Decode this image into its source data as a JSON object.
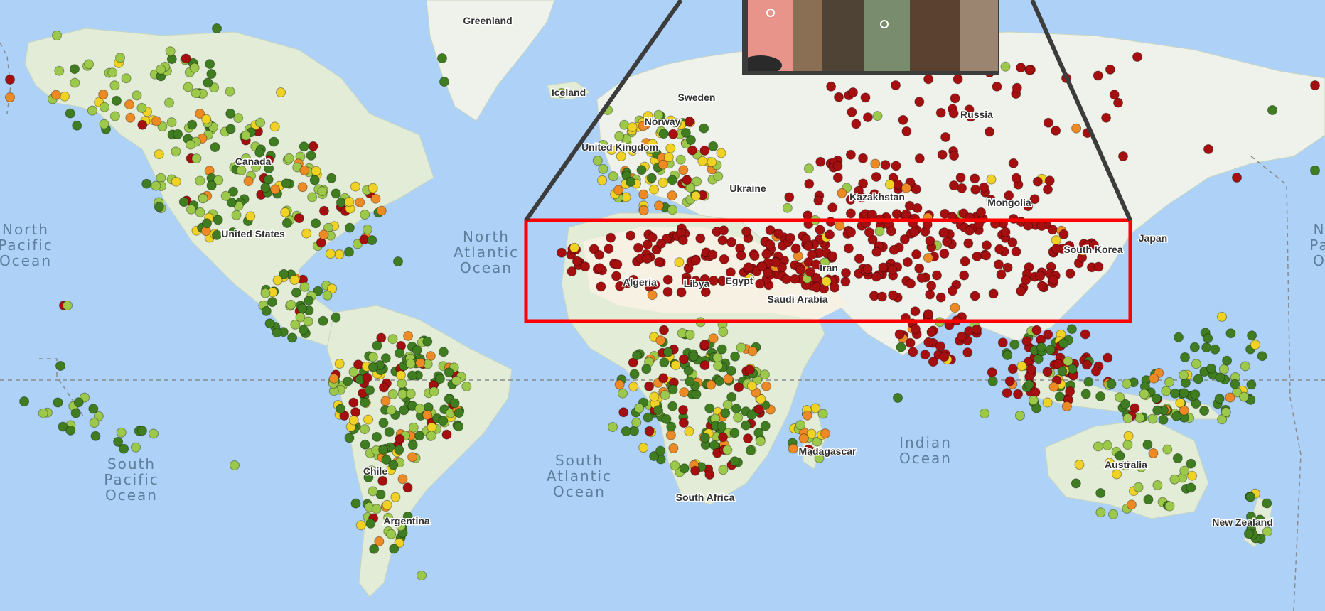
{
  "map": {
    "ocean_labels": [
      {
        "key": "north_pacific_left",
        "lines": [
          "North",
          "Pacific",
          "Ocean"
        ]
      },
      {
        "key": "north_atlantic",
        "lines": [
          "North",
          "Atlantic",
          "Ocean"
        ]
      },
      {
        "key": "north_pacific_right",
        "lines": [
          "N",
          "Pa",
          "O"
        ]
      },
      {
        "key": "south_pacific",
        "lines": [
          "South",
          "Pacific",
          "Ocean"
        ]
      },
      {
        "key": "south_atlantic",
        "lines": [
          "South",
          "Atlantic",
          "Ocean"
        ]
      },
      {
        "key": "indian",
        "lines": [
          "Indian",
          "Ocean"
        ]
      }
    ],
    "country_labels": [
      {
        "key": "greenland",
        "text": "Greenland"
      },
      {
        "key": "iceland",
        "text": "Iceland"
      },
      {
        "key": "sweden",
        "text": "Sweden"
      },
      {
        "key": "norway",
        "text": "Norway"
      },
      {
        "key": "united_kingdom",
        "text": "United Kingdom"
      },
      {
        "key": "canada",
        "text": "Canada"
      },
      {
        "key": "united_states",
        "text": "United States"
      },
      {
        "key": "russia",
        "text": "Russia"
      },
      {
        "key": "kazakhstan",
        "text": "Kazakhstan"
      },
      {
        "key": "mongolia",
        "text": "Mongolia"
      },
      {
        "key": "ukraine",
        "text": "Ukraine"
      },
      {
        "key": "japan",
        "text": "Japan"
      },
      {
        "key": "south_korea",
        "text": "South Korea"
      },
      {
        "key": "algeria",
        "text": "Algeria"
      },
      {
        "key": "libya",
        "text": "Libya"
      },
      {
        "key": "egypt",
        "text": "Egypt"
      },
      {
        "key": "saudi_arabia",
        "text": "Saudi Arabia"
      },
      {
        "key": "iran",
        "text": "Iran"
      },
      {
        "key": "madagascar",
        "text": "Madagascar"
      },
      {
        "key": "south_africa",
        "text": "South Africa"
      },
      {
        "key": "australia",
        "text": "Australia"
      },
      {
        "key": "new_zealand",
        "text": "New Zealand"
      },
      {
        "key": "chile",
        "text": "Chile"
      },
      {
        "key": "argentina",
        "text": "Argentina"
      }
    ],
    "colors": {
      "ocean": "#aed1f7",
      "land": "#e2ecd6",
      "land_north": "#eef2ea",
      "desert": "#f6f1e2",
      "dot_dark_green": "#3f7d20",
      "dot_light_green": "#9cc94a",
      "dot_yellow": "#f0d224",
      "dot_orange": "#ee8a24",
      "dot_red": "#a50f10",
      "highlight_box": "#ff0000",
      "callout": "#3c3c3c"
    },
    "dot_categories": [
      {
        "key": "dark_green",
        "share_northamerica": 0.28
      },
      {
        "key": "light_green"
      },
      {
        "key": "yellow"
      },
      {
        "key": "orange"
      },
      {
        "key": "red"
      }
    ],
    "highlight_region": {
      "name": "highlight-box"
    },
    "inset_photo": {
      "name": "inset-photo"
    }
  }
}
